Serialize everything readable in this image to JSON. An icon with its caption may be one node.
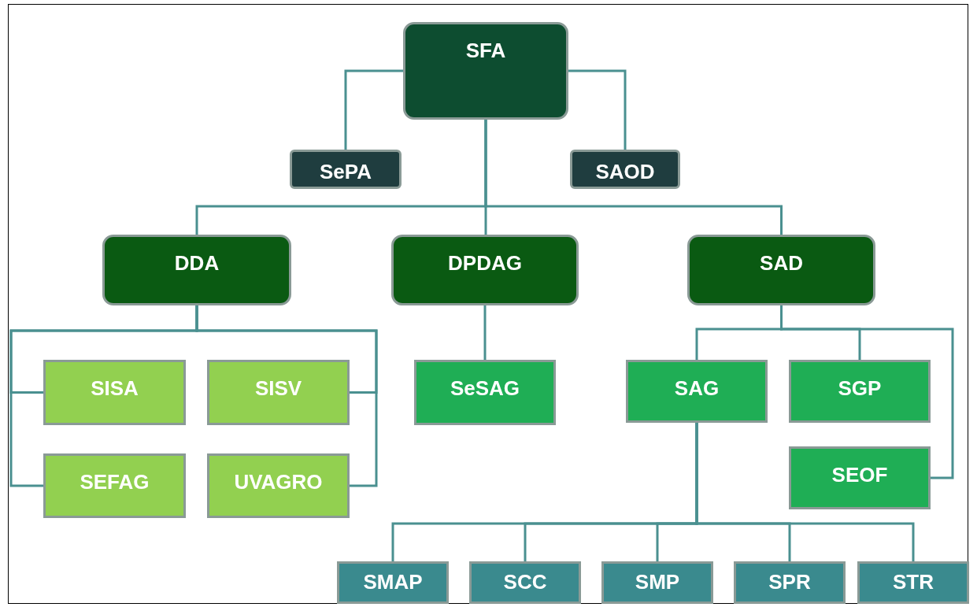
{
  "diagram": {
    "nodes": [
      {
        "text": [
          "SFA"
        ]
      },
      {
        "text": [
          "SePA"
        ]
      },
      {
        "text": [
          "SAOD"
        ]
      },
      {
        "text": [
          "DDA"
        ]
      },
      {
        "text": [
          "DPDAG"
        ]
      },
      {
        "text": [
          "SAD"
        ]
      },
      {
        "text": [
          "SISA"
        ]
      },
      {
        "text": [
          "SISV"
        ]
      },
      {
        "text": [
          "SEFAG"
        ]
      },
      {
        "text": [
          "UVAGRO"
        ]
      },
      {
        "text": [
          "SeSAG"
        ]
      },
      {
        "text": [
          "SAG"
        ]
      },
      {
        "text": [
          "SGP"
        ]
      },
      {
        "text": [
          "SEOF"
        ]
      },
      {
        "text": [
          "SMAP"
        ]
      },
      {
        "text": [
          "SCC"
        ]
      },
      {
        "text": [
          "SMP"
        ]
      },
      {
        "text": [
          "SPR"
        ]
      },
      {
        "text": [
          "STR"
        ]
      }
    ],
    "edges": [
      {
        "from": 0,
        "to": 1,
        "arrow": "none"
      },
      {
        "from": 0,
        "to": 2,
        "arrow": "none"
      },
      {
        "from": 0,
        "to": 3,
        "arrow": "none"
      },
      {
        "from": 0,
        "to": 4,
        "arrow": "none"
      },
      {
        "from": 0,
        "to": 5,
        "arrow": "none"
      },
      {
        "from": 3,
        "to": 6,
        "arrow": "none"
      },
      {
        "from": 3,
        "to": 8,
        "arrow": "none"
      },
      {
        "from": 3,
        "to": 7,
        "arrow": "none"
      },
      {
        "from": 3,
        "to": 9,
        "arrow": "none"
      },
      {
        "from": 4,
        "to": 10,
        "arrow": "none"
      },
      {
        "from": 5,
        "to": 11,
        "arrow": "none"
      },
      {
        "from": 5,
        "to": 12,
        "arrow": "none"
      },
      {
        "from": 5,
        "to": 13,
        "arrow": "none"
      },
      {
        "from": 11,
        "to": 14,
        "arrow": "none"
      },
      {
        "from": 11,
        "to": 15,
        "arrow": "none"
      },
      {
        "from": 11,
        "to": 16,
        "arrow": "none"
      },
      {
        "from": 11,
        "to": 17,
        "arrow": "none"
      },
      {
        "from": 11,
        "to": 18,
        "arrow": "none"
      }
    ]
  }
}
